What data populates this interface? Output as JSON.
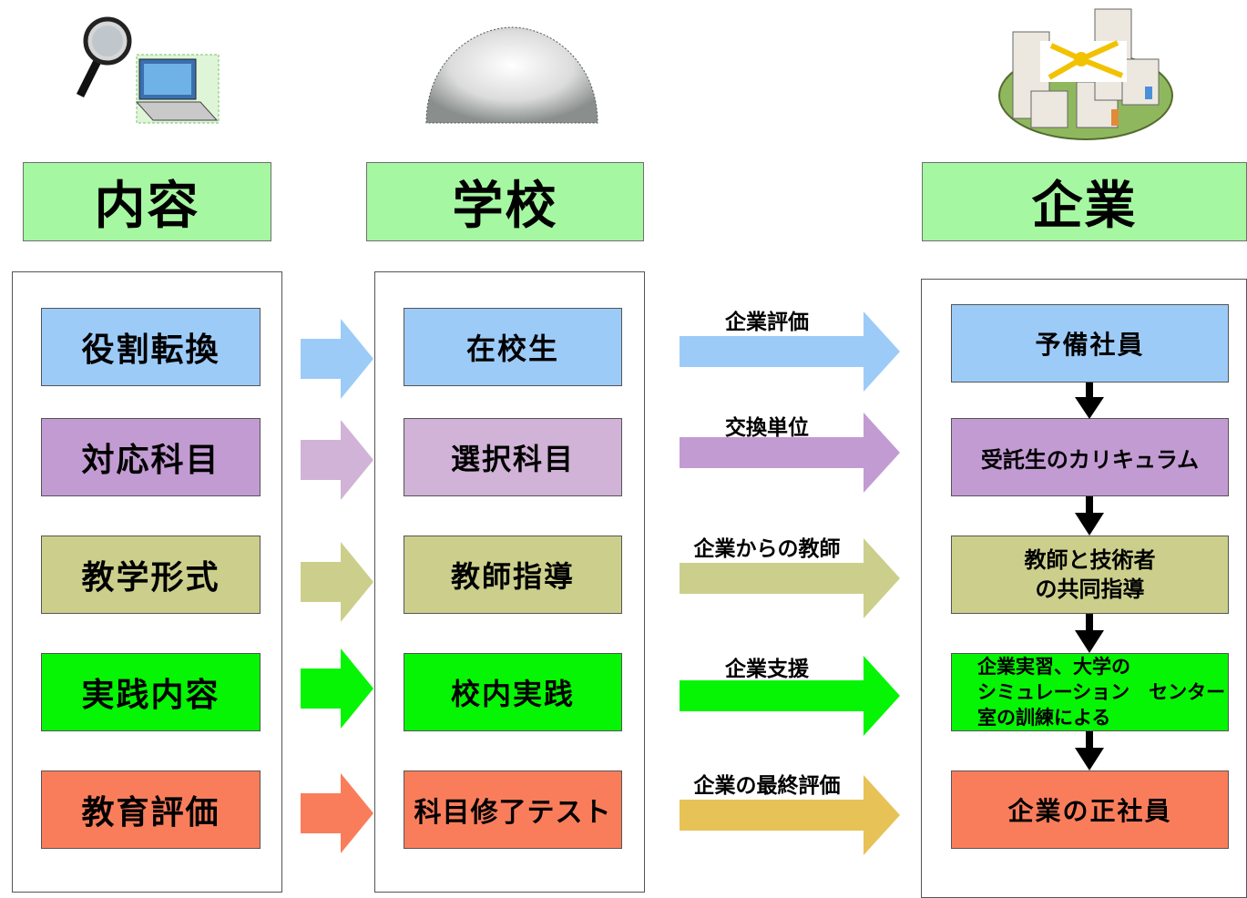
{
  "colors": {
    "header_bg": "#a6f7a1",
    "blue": "#9ccbf8",
    "purple": "#c39bd3",
    "light_purple": "#d0b3d6",
    "olive": "#cccf8b",
    "green": "#06f504",
    "salmon": "#fa7d5b",
    "gold": "#e7c257"
  },
  "columns": {
    "content": {
      "title": "内容",
      "icon": "magnifier-computer-icon"
    },
    "school": {
      "title": "学校",
      "icon": "dome-icon"
    },
    "company": {
      "title": "企業",
      "icon": "network-buildings-icon"
    }
  },
  "rows": [
    {
      "content": "役割転換",
      "school": "在校生",
      "flow": "企業評価",
      "company": "予備社員",
      "color": "#9ccbf8",
      "school_color": "#9ccbf8",
      "flow_color": "#9ccbf8"
    },
    {
      "content": "対応科目",
      "school": "選択科目",
      "flow": "交換単位",
      "company": "受託生のカリキュラム",
      "color": "#c39bd3",
      "school_color": "#d0b3d6",
      "flow_color": "#c39bd3"
    },
    {
      "content": "教学形式",
      "school": "教師指導",
      "flow": "企業からの教師",
      "company_lines": [
        "教師と技術者",
        "の共同指導"
      ],
      "color": "#cccf8b",
      "school_color": "#cccf8b",
      "flow_color": "#cccf8b"
    },
    {
      "content": "実践内容",
      "school": "校内実践",
      "flow": "企業支援",
      "company_lines": [
        "企業実習、大学の",
        "シミュレーション　センター",
        "室の訓練による"
      ],
      "color": "#06f504",
      "school_color": "#06f504",
      "flow_color": "#06f504"
    },
    {
      "content": "教育評価",
      "school": "科目修了テスト",
      "flow": "企業の最終評価",
      "company": "企業の正社員",
      "color": "#fa7d5b",
      "school_color": "#fa7d5b",
      "flow_color": "#e7c257"
    }
  ]
}
